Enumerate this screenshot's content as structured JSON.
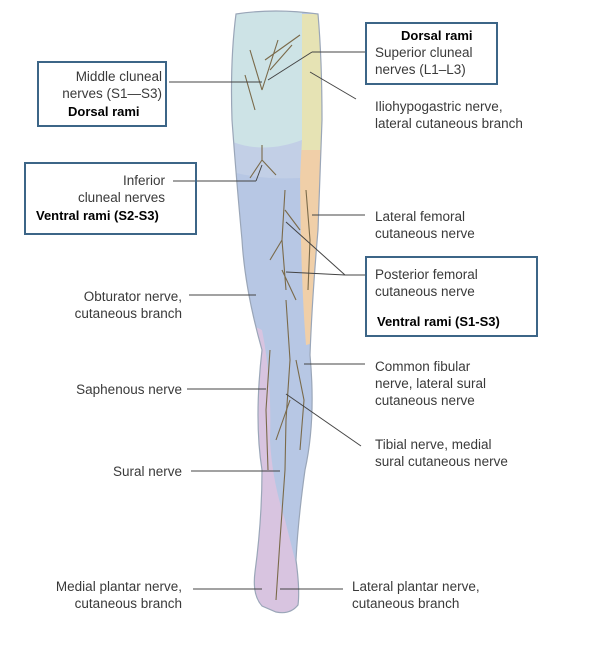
{
  "labels": {
    "middle_cluneal": [
      "Middle cluneal",
      "nerves (S1—S3)"
    ],
    "middle_cluneal_rami": "Dorsal rami",
    "superior_cluneal_rami": "Dorsal rami",
    "superior_cluneal": [
      "Superior cluneal",
      "nerves (L1–L3)"
    ],
    "iliohypogastric": [
      "Iliohypogastric nerve,",
      "lateral cutaneous branch"
    ],
    "inferior_cluneal": [
      "Inferior",
      "cluneal nerves"
    ],
    "inferior_cluneal_rami": "Ventral rami (S2-S3)",
    "lateral_femoral": [
      "Lateral femoral",
      "cutaneous nerve"
    ],
    "posterior_femoral": [
      "Posterior femoral",
      "cutaneous nerve"
    ],
    "posterior_femoral_rami": "Ventral rami (S1-S3)",
    "obturator": [
      "Obturator nerve,",
      "cutaneous branch"
    ],
    "saphenous": "Saphenous nerve",
    "common_fibular": [
      "Common fibular",
      "nerve, lateral sural",
      "cutaneous nerve"
    ],
    "tibial": [
      "Tibial nerve, medial",
      "sural cutaneous nerve"
    ],
    "sural": "Sural nerve",
    "medial_plantar": [
      "Medial plantar nerve,",
      "cutaneous branch"
    ],
    "lateral_plantar": [
      "Lateral plantar nerve,",
      "cutaneous branch"
    ]
  },
  "colors": {
    "box_border": "#3c6587",
    "dorsal_rami_region": "#cde3e6",
    "posterior_femoral_region": "#b7c7e4",
    "lateral_femoral_region": "#f0cfa8",
    "iliohypogastric_region": "#e6e3b4",
    "saphenous_region": "#d8c4e0",
    "leader_line": "#444444"
  }
}
